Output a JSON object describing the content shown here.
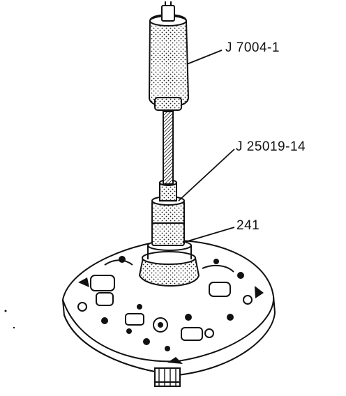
{
  "callouts": [
    {
      "id": "J 7004-1",
      "label": "J 7004-1"
    },
    {
      "id": "J 25019-14",
      "label": "J 25019-14"
    },
    {
      "id": "241",
      "label": "241"
    }
  ],
  "colors": {
    "ink": "#111111",
    "paper": "#ffffff"
  }
}
